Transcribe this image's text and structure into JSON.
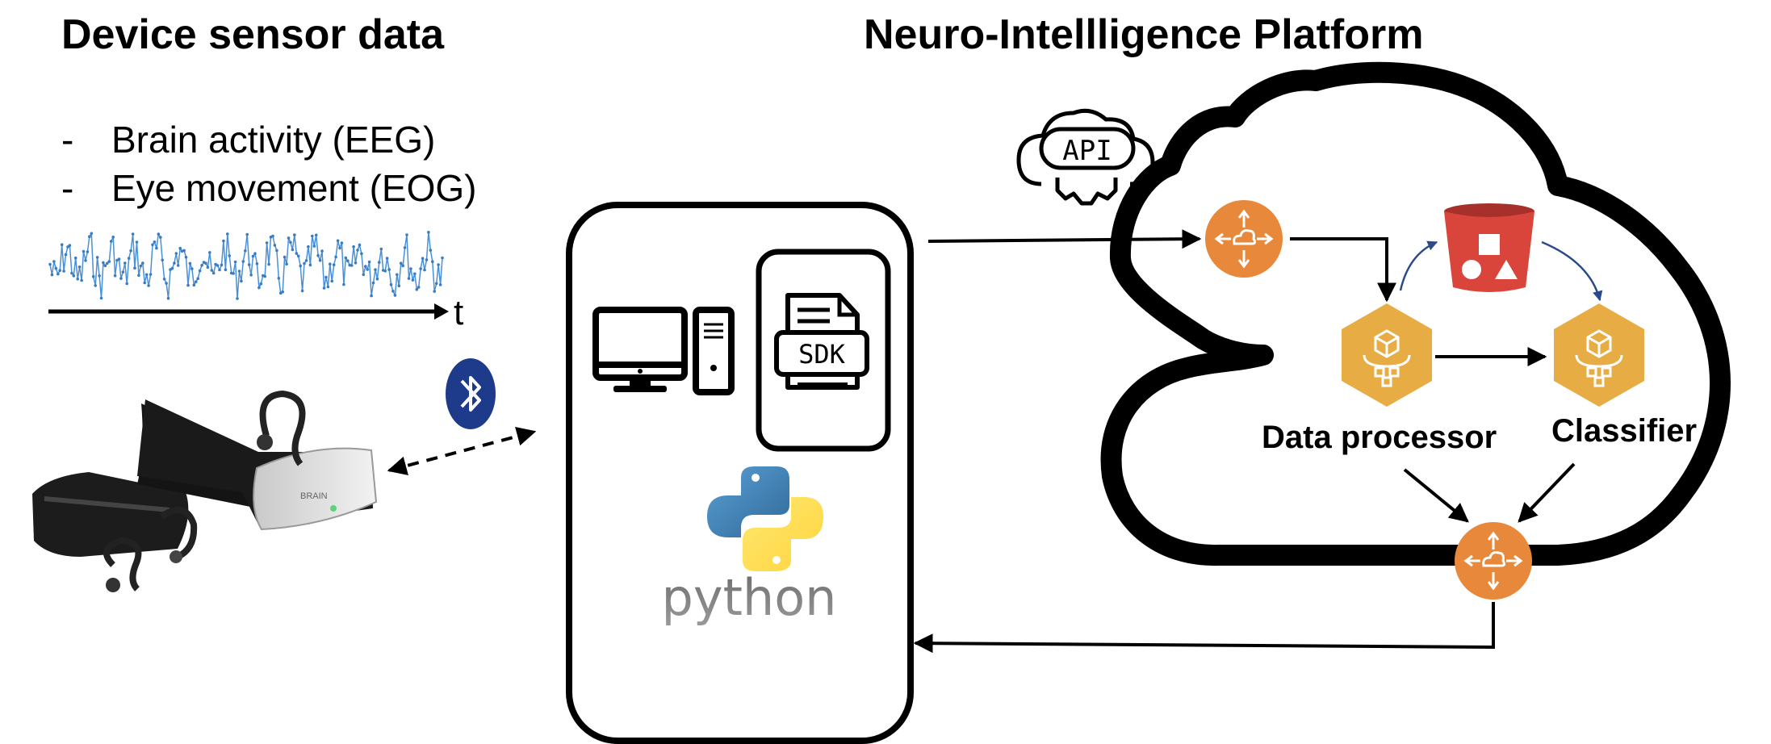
{
  "left_section": {
    "title": "Device sensor data",
    "bullets": [
      {
        "marker": "-",
        "text": "Brain activity (EEG)"
      },
      {
        "marker": "-",
        "text": "Eye movement (EOG)"
      }
    ],
    "axis_label": "t"
  },
  "right_section": {
    "title": "Neuro-Intellligence Platform"
  },
  "device_box": {
    "sdk_label": "SDK",
    "python_label": "python"
  },
  "cloud": {
    "api_label": "API",
    "data_processor_label": "Data processor",
    "classifier_label": "Classifier"
  },
  "colors": {
    "orange": "#E8883A",
    "gold": "#E8AC45",
    "red": "#D9453B",
    "bluetooth": "#1E3A8A",
    "eeg_line": "#4A90D9"
  },
  "icons": [
    "bluetooth-icon",
    "api-cloud-icon",
    "computer-icon",
    "sdk-document-icon",
    "python-logo-icon",
    "router-icon",
    "bucket-icon",
    "processor-icon",
    "headband-device-icon"
  ]
}
